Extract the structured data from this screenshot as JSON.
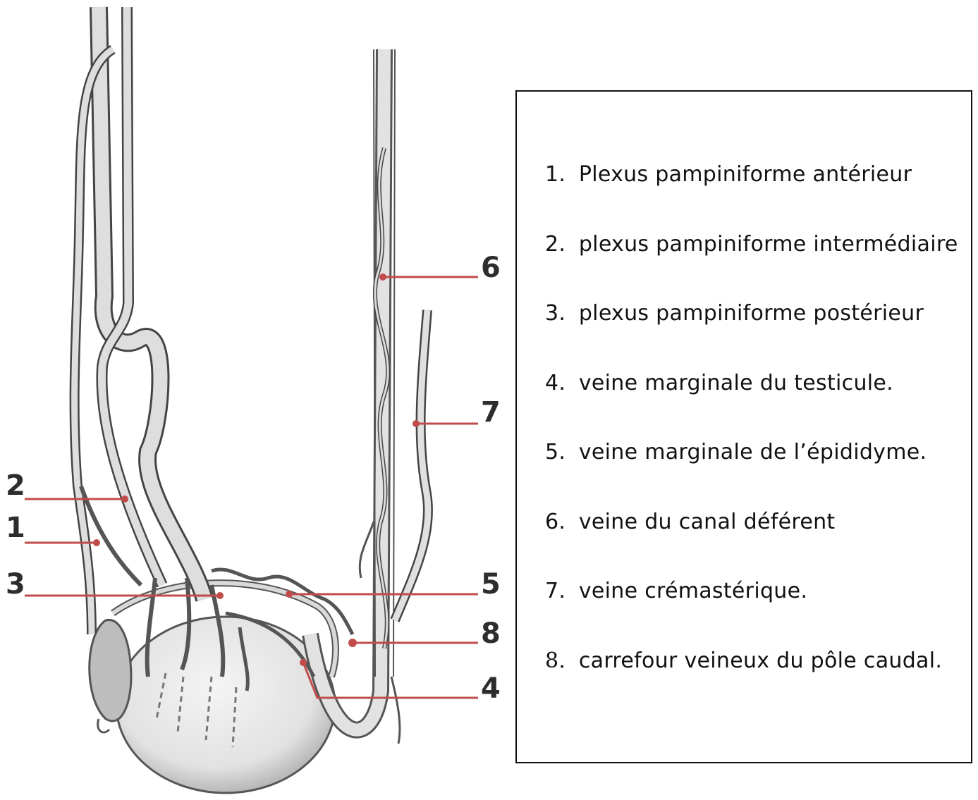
{
  "callouts": [
    "1",
    "2",
    "3",
    "4",
    "5",
    "6",
    "7",
    "8"
  ],
  "legend": {
    "items": [
      {
        "num": "1.",
        "text": "Plexus pampiniforme antérieur"
      },
      {
        "num": "2.",
        "text": "plexus pampiniforme intermédiaire"
      },
      {
        "num": "3.",
        "text": "plexus pampiniforme postérieur"
      },
      {
        "num": "4.",
        "text": "veine marginale du testicule."
      },
      {
        "num": "5.",
        "text": "veine marginale de l’épididyme."
      },
      {
        "num": "6.",
        "text": "veine du canal déférent"
      },
      {
        "num": "7.",
        "text": "veine crémastérique."
      },
      {
        "num": "8.",
        "text": "carrefour veineux du pôle caudal."
      }
    ]
  },
  "colors": {
    "leader": "#c24b4b",
    "vessel_stroke": "#444444",
    "vessel_fill": "#d9d9d9",
    "testis_fill": "#ececec"
  }
}
